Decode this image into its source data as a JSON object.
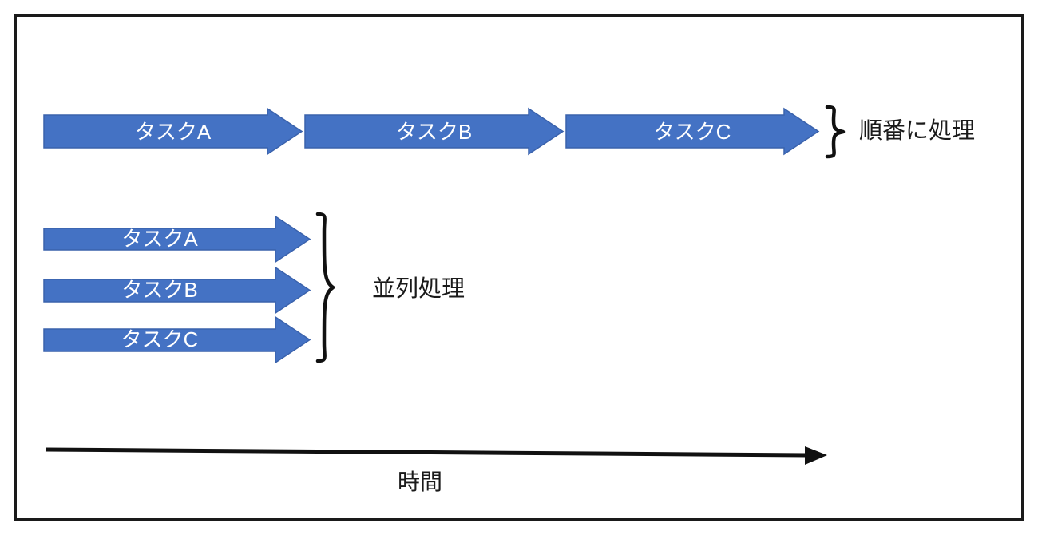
{
  "diagram": {
    "title_visible": false,
    "colors": {
      "arrow_fill": "#4472C4",
      "arrow_stroke": "#3A62AC",
      "text_on_arrow": "#FFFFFF",
      "ink": "#1A1A1A",
      "frame": "#1A1A1A",
      "background": "#FFFFFF"
    },
    "sequential": {
      "label": "順番に処理",
      "brace_icon": "right-curly-brace-icon",
      "tasks": [
        {
          "label": "タスクA"
        },
        {
          "label": "タスクB"
        },
        {
          "label": "タスクC"
        }
      ]
    },
    "parallel": {
      "label": "並列処理",
      "brace_icon": "right-curly-brace-icon",
      "tasks": [
        {
          "label": "タスクA"
        },
        {
          "label": "タスクB"
        },
        {
          "label": "タスクC"
        }
      ]
    },
    "time_axis": {
      "label": "時間",
      "arrow_icon": "right-arrow-icon",
      "direction": "left-to-right"
    }
  }
}
